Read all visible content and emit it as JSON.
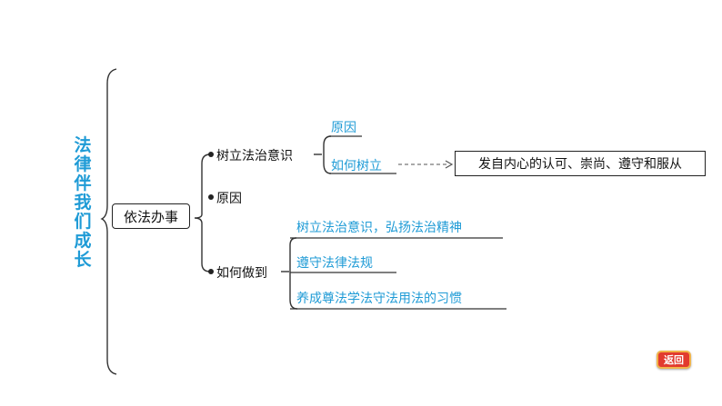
{
  "title": [
    "法",
    "律",
    "伴",
    "我",
    "们",
    "成",
    "长"
  ],
  "center": "依法办事",
  "branches": {
    "b1": {
      "label": "树立法治意识",
      "sub1": "原因",
      "sub2": "如何树立",
      "result": "发自内心的认可、崇尚、遵守和服从"
    },
    "b2": {
      "label": "原因"
    },
    "b3": {
      "label": "如何做到",
      "items": [
        "树立法治意识，弘扬法治精神",
        "遵守法律法规",
        "养成尊法学法守法用法的习惯"
      ]
    }
  },
  "return_button": "返回",
  "colors": {
    "accent": "#1f9bd6",
    "button": "#e23a2e"
  }
}
